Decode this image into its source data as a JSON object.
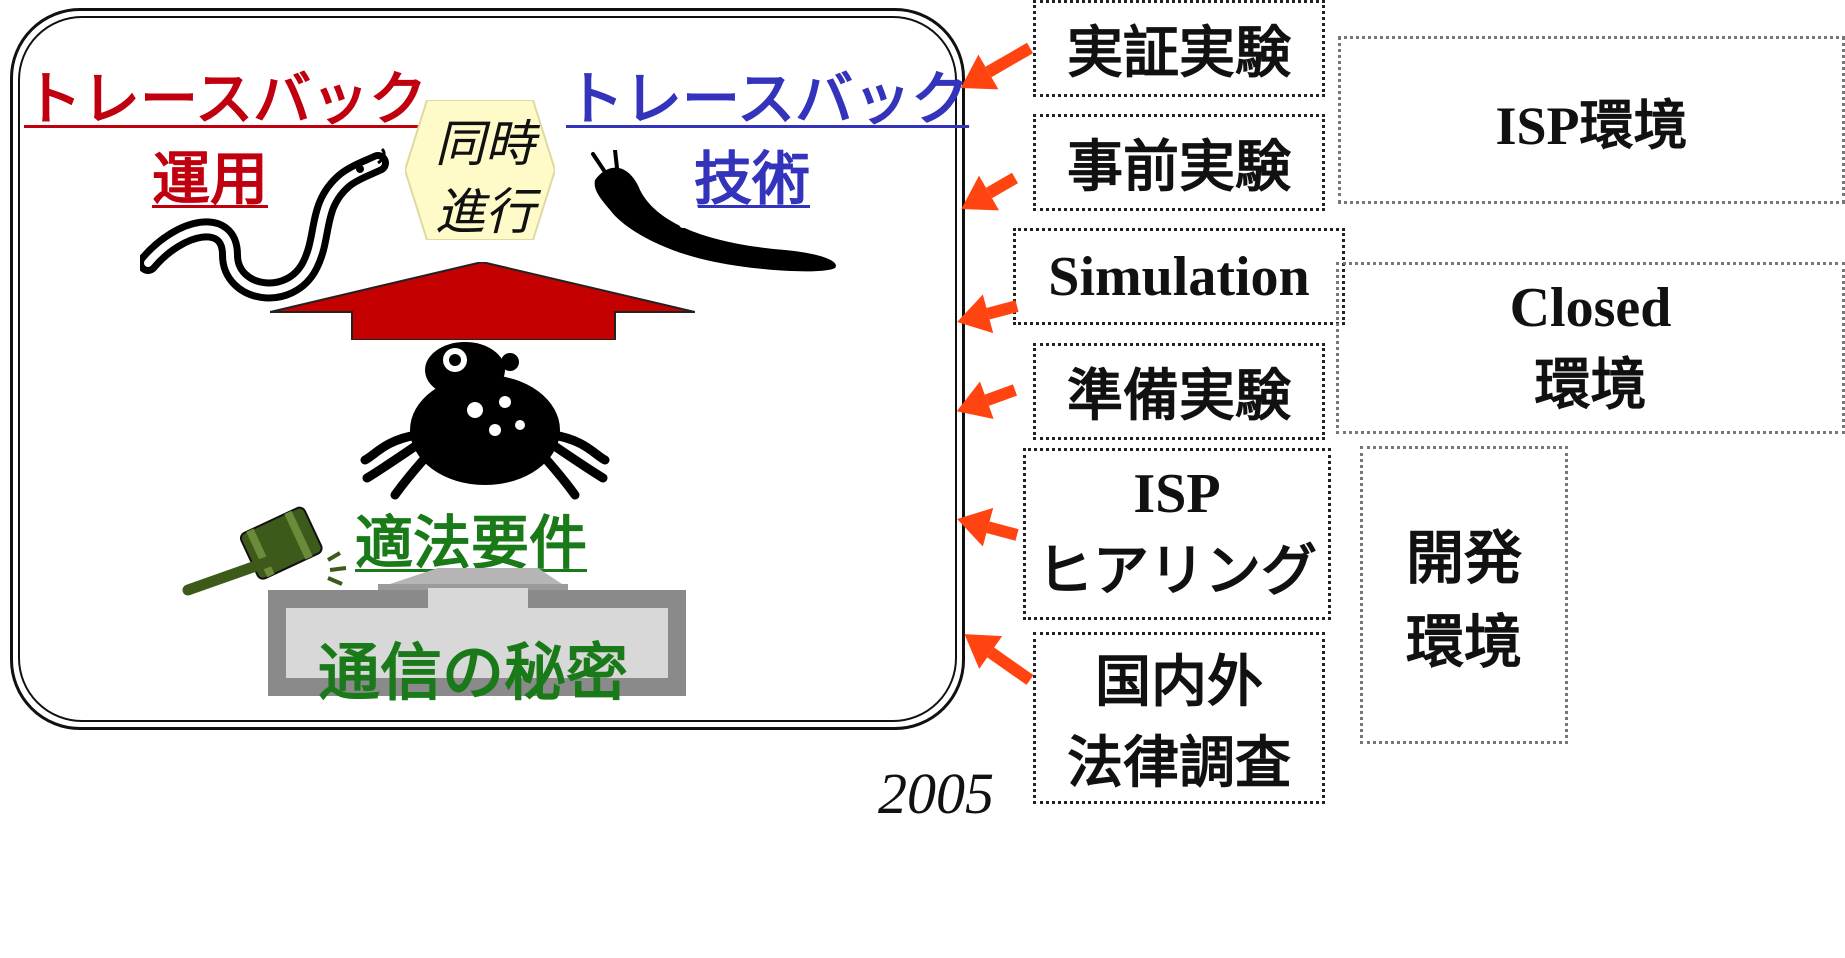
{
  "main_panel": {
    "operation_title": "トレースバック",
    "operation_subtitle": "運用",
    "technology_title": "トレースバック",
    "technology_subtitle": "技術",
    "concurrent_line1": "同時",
    "concurrent_line2": "進行",
    "legal_requirement": "適法要件",
    "secrecy": "通信の秘密"
  },
  "steps": [
    {
      "label": "実証実験"
    },
    {
      "label": "事前実験"
    },
    {
      "label": "Simulation"
    },
    {
      "label": "準備実験"
    },
    {
      "line1": "ISP",
      "line2": "ヒアリング"
    },
    {
      "line1": "国内外",
      "line2": "法律調査"
    }
  ],
  "environments": [
    {
      "label": "ISP環境"
    },
    {
      "line1": "Closed",
      "line2": "環境"
    },
    {
      "line1": "開発",
      "line2": "環境"
    }
  ],
  "year": "2005",
  "colors": {
    "operation": "#c0000f",
    "technology": "#3333bb",
    "legal": "#1a7a1a",
    "arrow": "#ff4411",
    "up_arrow": "#c40000",
    "hexagon": "#fffbc8"
  },
  "icons": [
    "eel-icon",
    "slug-icon",
    "frog-icon",
    "gavel-icon",
    "pedestal-icon",
    "up-arrow-icon",
    "pointer-arrow-icon"
  ]
}
